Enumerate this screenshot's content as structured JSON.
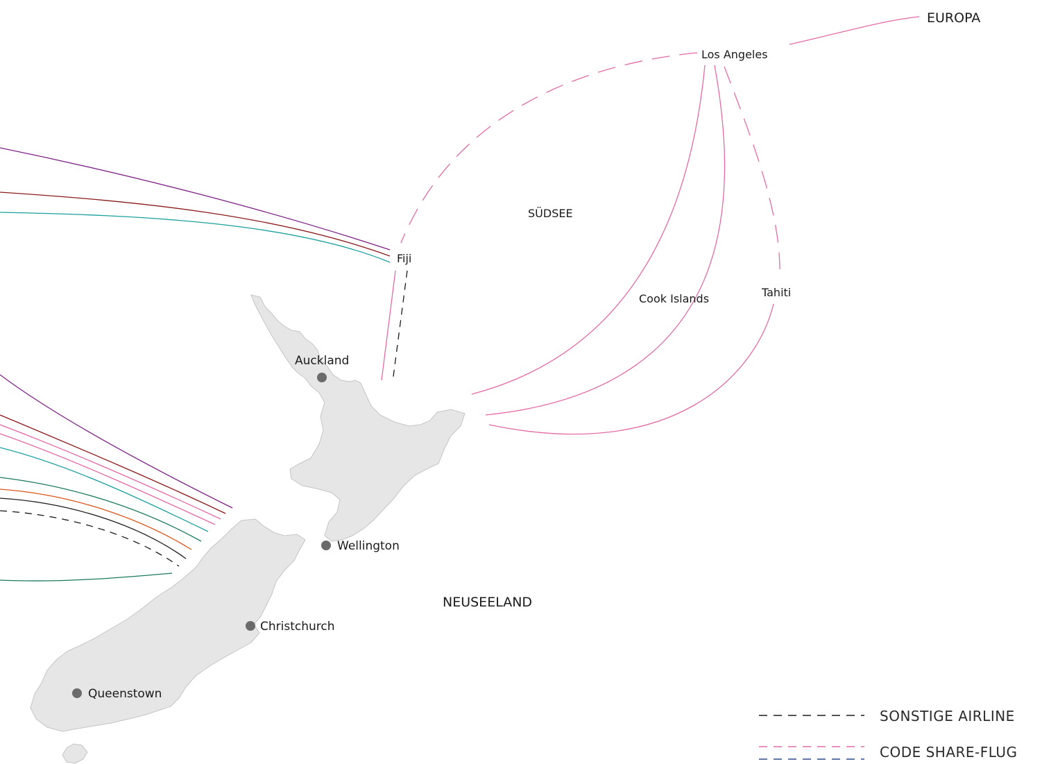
{
  "labels": {
    "europa": "EUROPA",
    "los_angeles": "Los Angeles",
    "suedsee": "SÜDSEE",
    "fiji": "Fiji",
    "cook_islands": "Cook Islands",
    "tahiti": "Tahiti",
    "neuseeland": "NEUSEELAND"
  },
  "cities": {
    "auckland": "Auckland",
    "wellington": "Wellington",
    "christchurch": "Christchurch",
    "queenstown": "Queenstown"
  },
  "legend": {
    "other_airline": "SONSTIGE AIRLINE",
    "code_share": "CODE SHARE-FLUG"
  },
  "colors": {
    "code_share_pink": "#e46aa6",
    "code_share_navy": "#2f4a8c",
    "other_airline": "#1a1a1a",
    "purple": "#7d1f86",
    "maroon": "#8b1a1a",
    "teal": "#1a9e9e",
    "dark_green": "#1a7a5a",
    "orange": "#d9541a",
    "land": "#e6e6e6",
    "city_dot": "#6b6b6b"
  }
}
